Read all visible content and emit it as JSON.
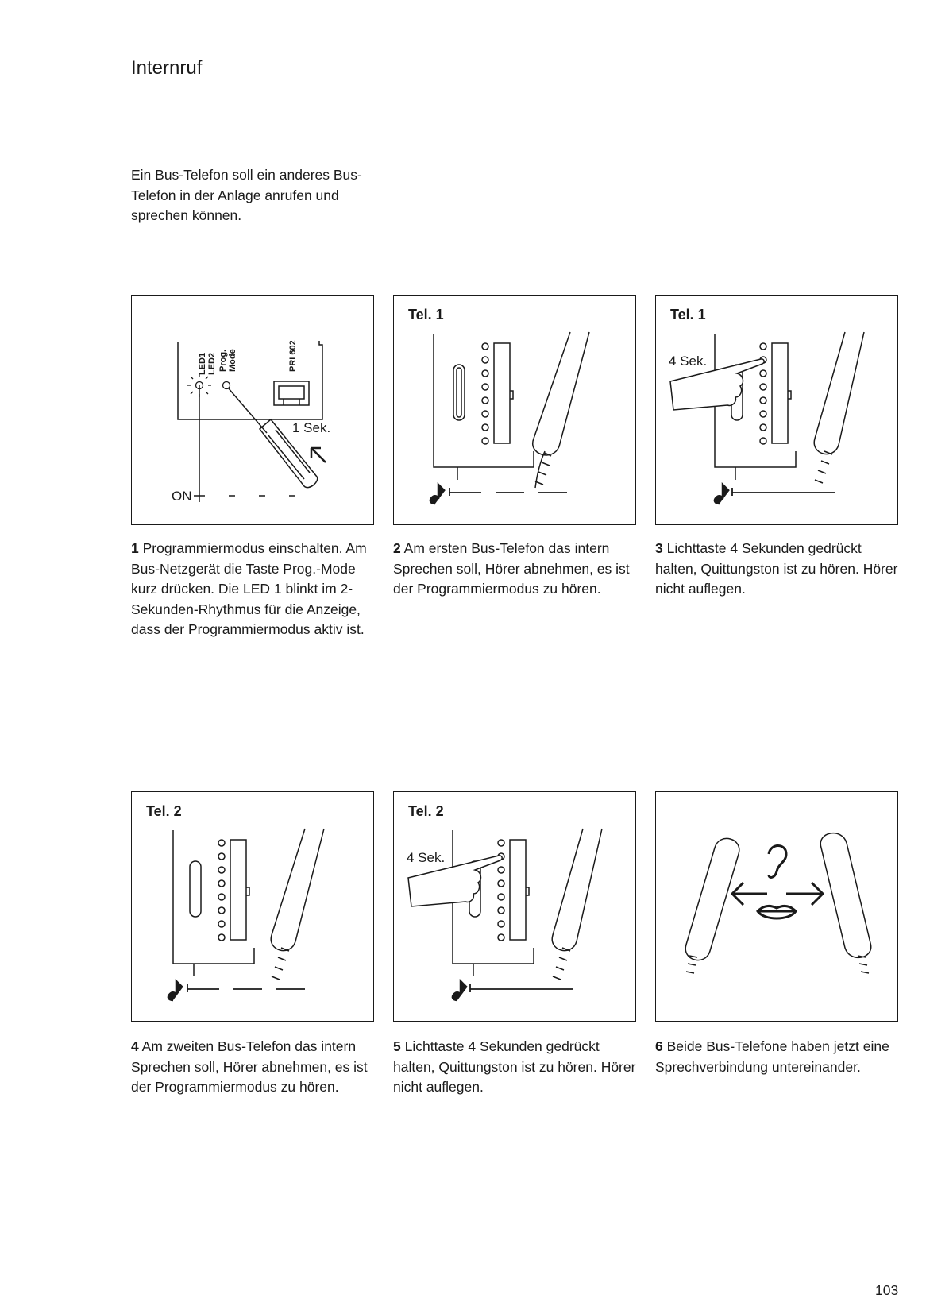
{
  "page": {
    "title": "Internruf",
    "intro": "Ein Bus-Telefon soll ein anderes Bus-Telefon in der Anlage anrufen und sprechen können.",
    "page_number": "103"
  },
  "panel1": {
    "led1": "LED1",
    "led2": "LED2",
    "prog": "Prog.",
    "mode": "Mode",
    "device": "PRI 602",
    "duration": "1 Sek.",
    "on": "ON"
  },
  "panel2": {
    "tel": "Tel. 1"
  },
  "panel3": {
    "tel": "Tel. 1",
    "duration": "4 Sek."
  },
  "panel4": {
    "tel": "Tel. 2"
  },
  "panel5": {
    "tel": "Tel. 2",
    "duration": "4 Sek."
  },
  "steps": [
    {
      "num": "1",
      "text": "Programmiermodus einschalten. Am Bus-Netzgerät die Taste Prog.-Mode kurz drücken. Die LED 1 blinkt im 2-Sekunden-Rhythmus für die Anzeige, dass der Programmiermodus aktiv ist."
    },
    {
      "num": "2",
      "text": "Am ersten Bus-Telefon das intern Sprechen soll, Hörer abnehmen, es ist der Programmiermodus zu hören."
    },
    {
      "num": "3",
      "text": "Lichttaste 4 Sekunden gedrückt halten, Quittungston ist zu hören. Hörer nicht auflegen."
    },
    {
      "num": "4",
      "text": "Am zweiten Bus-Telefon das intern Sprechen soll, Hörer abnehmen, es ist der Programmiermodus zu hören."
    },
    {
      "num": "5",
      "text": "Lichttaste 4 Sekunden gedrückt halten, Quittungston ist zu hören. Hörer nicht auflegen."
    },
    {
      "num": "6",
      "text": "Beide Bus-Telefone haben jetzt eine Sprechverbindung untereinander."
    }
  ]
}
